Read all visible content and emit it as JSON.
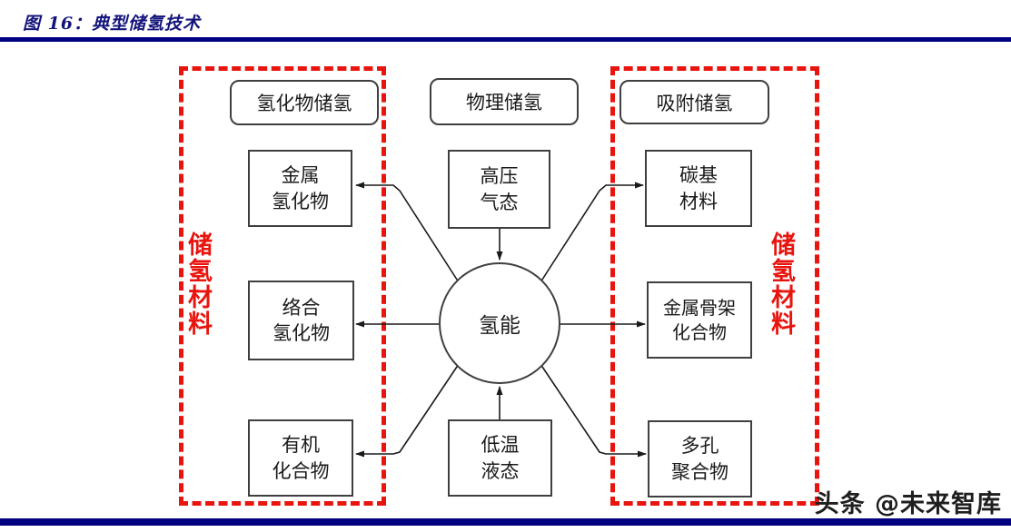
{
  "figure": {
    "title": "图 16：典型储氢技术"
  },
  "watermark": "头条 @未来智库",
  "diagram": {
    "center_node": "氢能",
    "left_group_label": "储氢材料",
    "right_group_label": "储氢材料",
    "headers": {
      "hydride": "氢化物储氢",
      "physical": "物理储氢",
      "adsorption": "吸附储氢"
    },
    "nodes": {
      "metal_hydride": {
        "line1": "金属",
        "line2": "氢化物"
      },
      "complex_hydride": {
        "line1": "络合",
        "line2": "氢化物"
      },
      "organic_compound": {
        "line1": "有机",
        "line2": "化合物"
      },
      "high_pressure_gas": {
        "line1": "高压",
        "line2": "气态"
      },
      "low_temperature_liquid": {
        "line1": "低温",
        "line2": "液态"
      },
      "carbon_material": {
        "line1": "碳基",
        "line2": "材料"
      },
      "metal_framework": {
        "line1": "金属骨架",
        "line2": "化合物"
      },
      "porous_polymer": {
        "line1": "多孔",
        "line2": "聚合物"
      }
    }
  },
  "colors": {
    "accent_navy": "#010080",
    "dashed_red": "#e8150f",
    "box_border": "#3f3f3f",
    "title_navy": "#14147c"
  }
}
